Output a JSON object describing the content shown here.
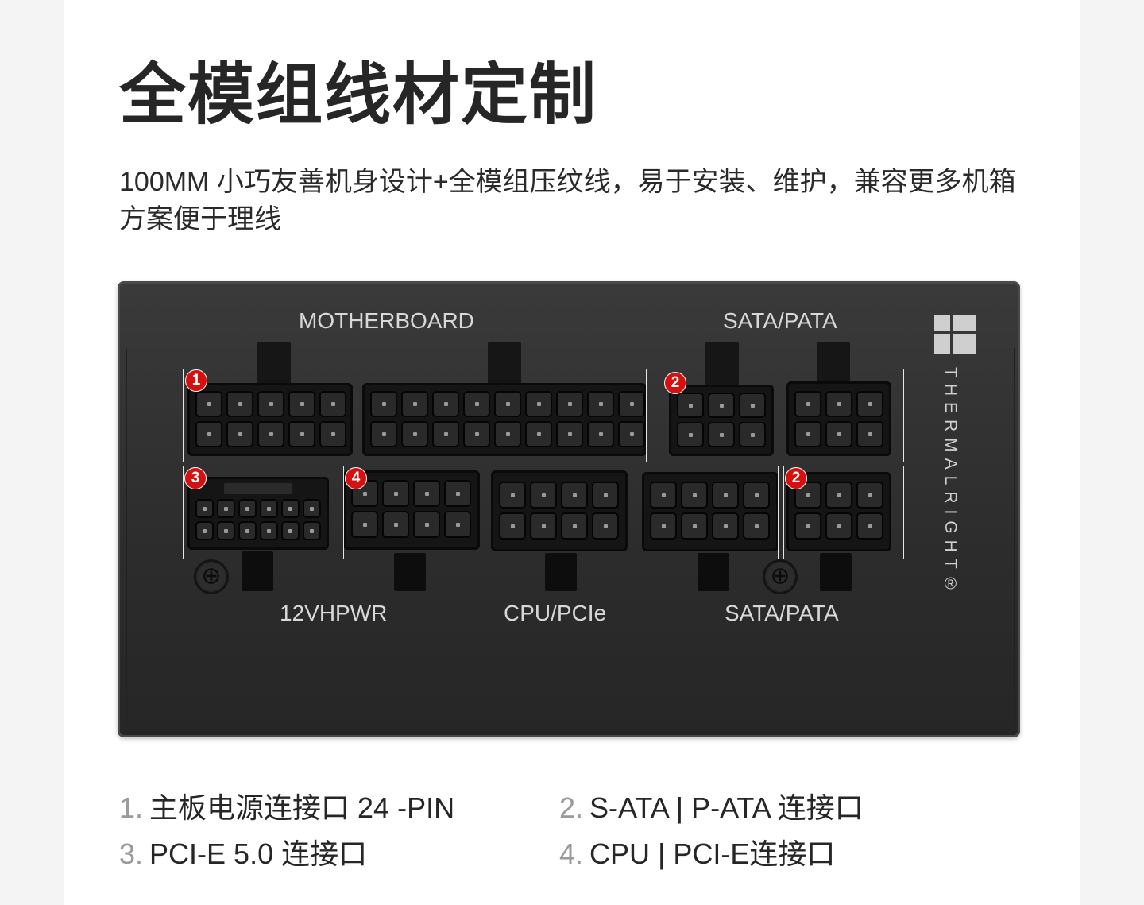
{
  "title": "全模组线材定制",
  "description": "100MM 小巧友善机身设计+全模组压纹线，易于安装、维护，兼容更多机箱方案便于理线",
  "psu": {
    "labels": {
      "motherboard": "MOTHERBOARD",
      "sata_top": "SATA/PATA",
      "vhpwr": "12VHPWR",
      "cpu_pcie": "CPU/PCIe",
      "sata_bottom": "SATA/PATA"
    },
    "brand": "THERMALRIGHT®",
    "badges": {
      "b1": "1",
      "b2a": "2",
      "b3": "3",
      "b4": "4",
      "b2b": "2"
    }
  },
  "legend": [
    {
      "num": "1.",
      "text": "主板电源连接口 24 -PIN"
    },
    {
      "num": "2.",
      "text": "S-ATA | P-ATA 连接口"
    },
    {
      "num": "3.",
      "text": "PCI-E 5.0 连接口"
    },
    {
      "num": "4.",
      "text": "CPU | PCI-E连接口"
    }
  ],
  "colors": {
    "badge": "#d41010",
    "panel": "#2c2c2c",
    "label": "#d8d8d8"
  }
}
